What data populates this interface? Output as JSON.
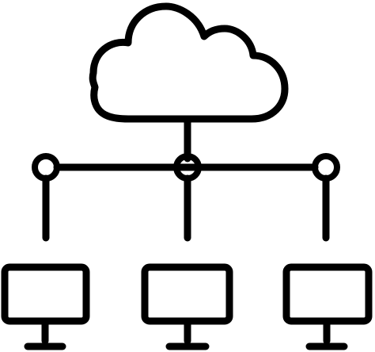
{
  "diagram": {
    "type": "network-topology-icon",
    "hub": {
      "icon": "cloud-icon"
    },
    "nodes": [
      {
        "icon": "monitor-icon",
        "position": "left"
      },
      {
        "icon": "monitor-icon",
        "position": "center"
      },
      {
        "icon": "monitor-icon",
        "position": "right"
      }
    ],
    "junctions": 3
  },
  "colors": {
    "stroke": "#000000",
    "background": "#ffffff"
  }
}
